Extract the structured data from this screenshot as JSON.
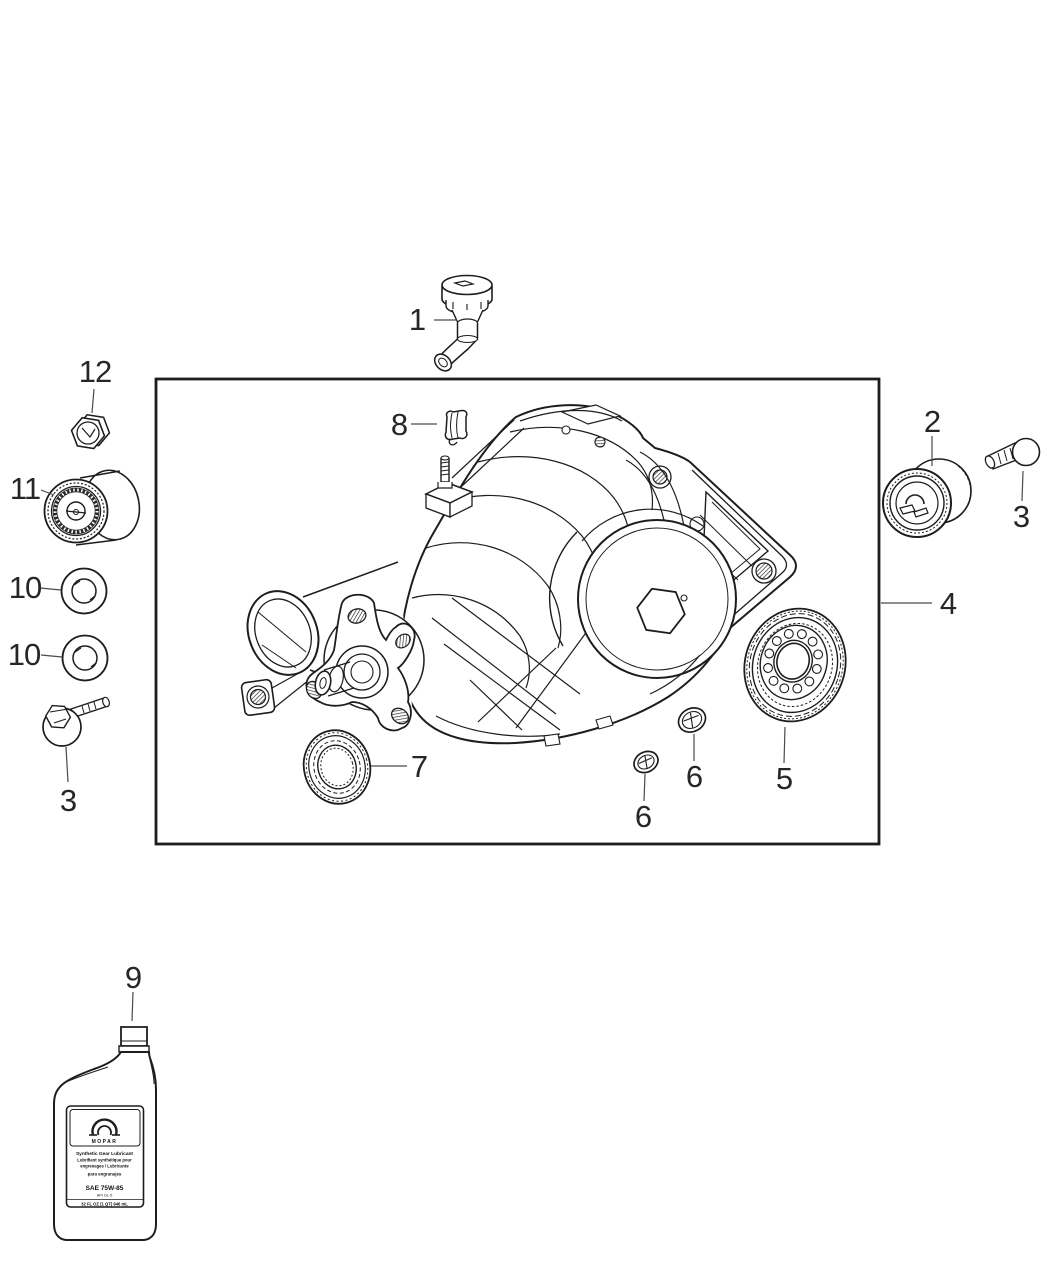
{
  "callouts": {
    "c1": {
      "label": "1"
    },
    "c2": {
      "label": "2"
    },
    "c3a": {
      "label": "3"
    },
    "c3b": {
      "label": "3"
    },
    "c4": {
      "label": "4"
    },
    "c5": {
      "label": "5"
    },
    "c6a": {
      "label": "6"
    },
    "c6b": {
      "label": "6"
    },
    "c7": {
      "label": "7"
    },
    "c8": {
      "label": "8"
    },
    "c9": {
      "label": "9"
    },
    "c10a": {
      "label": "10"
    },
    "c10b": {
      "label": "10"
    },
    "c11": {
      "label": "11"
    },
    "c12": {
      "label": "12"
    }
  },
  "bottle": {
    "brand": "MOPAR",
    "line1": "Synthetic Gear Lubricant",
    "line2": "Lubrifiant synthétique pour",
    "line3": "engrenages / Lubricante",
    "line4": "para engranajes",
    "grade": "SAE 75W-85",
    "spec": "API GL-5",
    "volume": "32 FL OZ (1 QT) 946 mL"
  },
  "colors": {
    "line": "#1d1d1d",
    "background": "#ffffff"
  }
}
